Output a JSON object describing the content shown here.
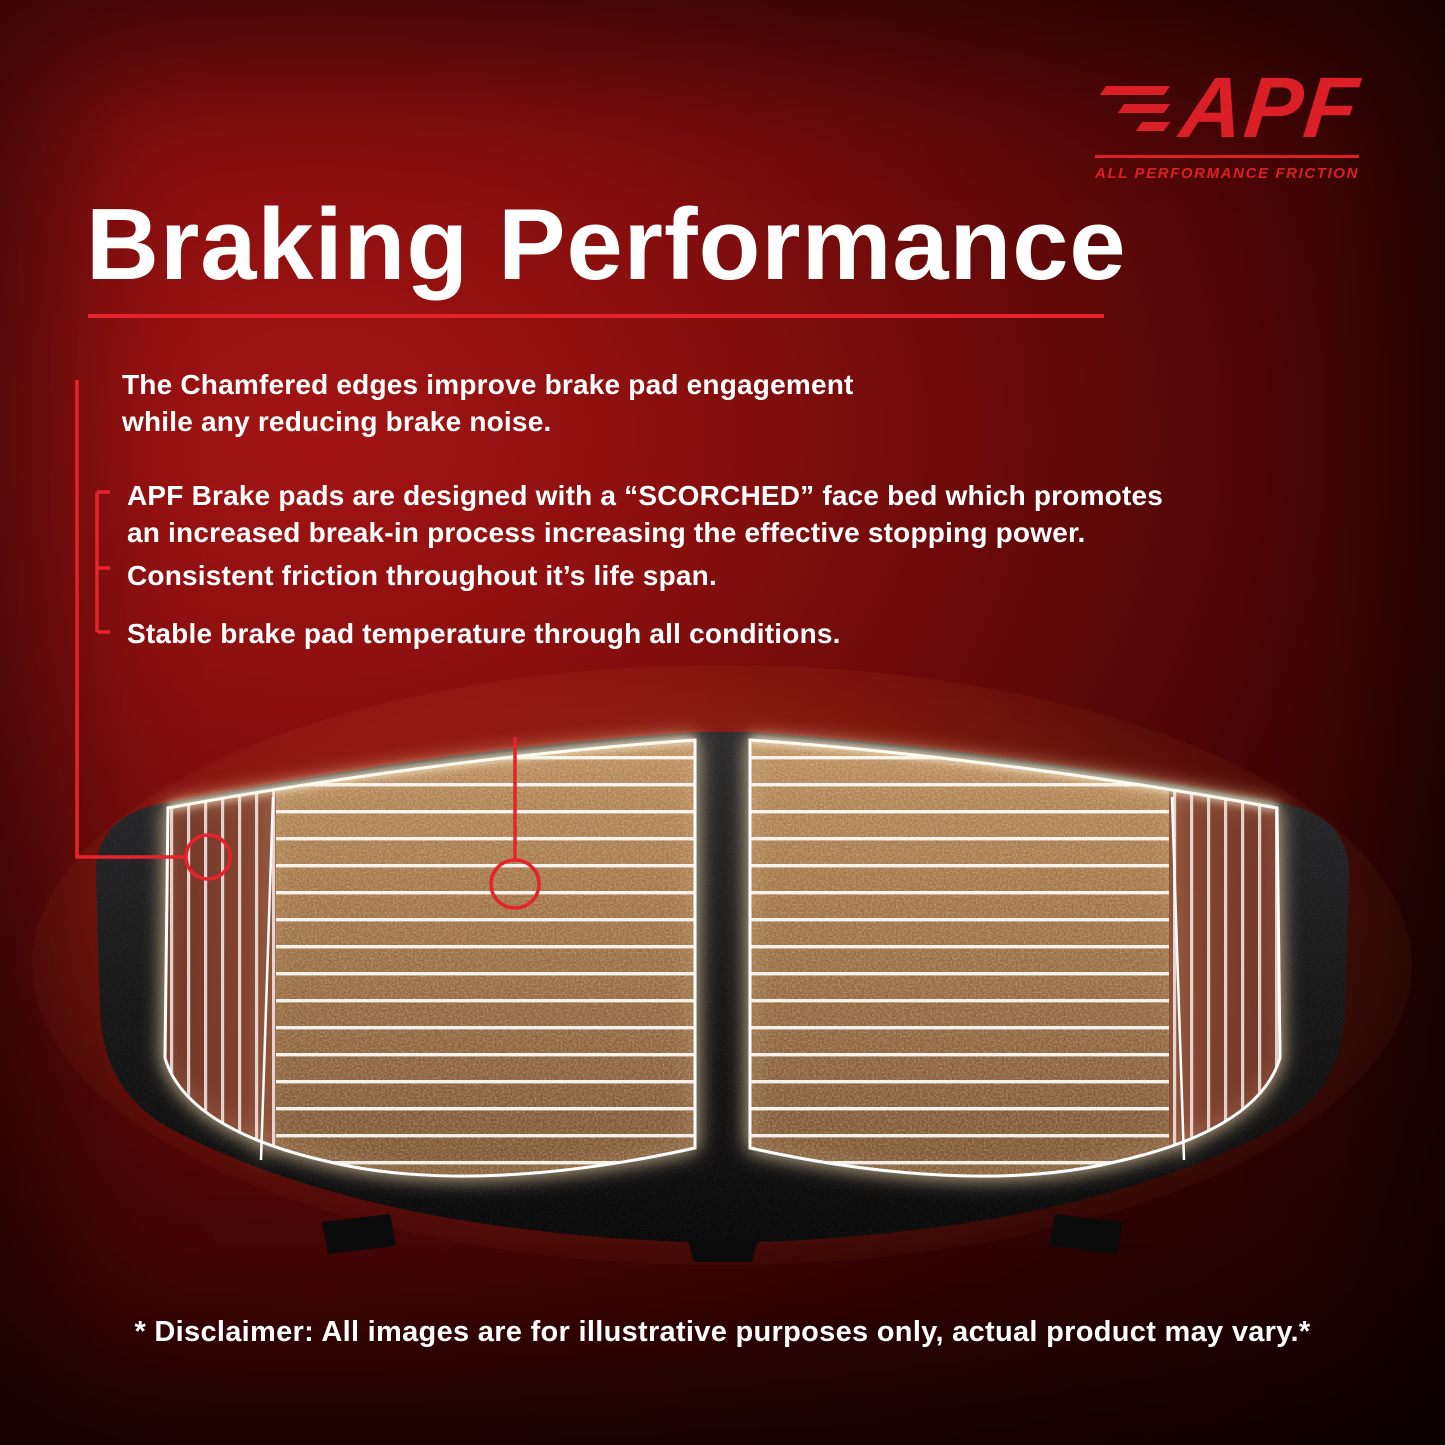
{
  "logo": {
    "text": "APF",
    "tagline": "ALL PERFORMANCE FRICTION"
  },
  "title": {
    "text": "Braking Performance"
  },
  "bullets": [
    "The Chamfered edges improve brake pad engagement\nwhile any reducing brake noise.",
    "APF Brake pads are designed with a “SCORCHED” face bed which promotes\nan increased break-in process increasing the effective stopping power.",
    "Consistent friction throughout it’s life span.",
    "Stable brake pad temperature through all conditions."
  ],
  "disclaimer": "* Disclaimer: All images are for illustrative purposes only, actual product may vary.*",
  "colors": {
    "accent_red": "#E8222A",
    "logo_red": "#DB1F27",
    "background_center": "#A31414",
    "background_edge": "#170101",
    "text": "#FFFFFF",
    "friction_material": "#A97A4B",
    "chamfer_material": "#84402E",
    "backing_plate": "#141415",
    "groove_lines": "#FFFFFF"
  }
}
